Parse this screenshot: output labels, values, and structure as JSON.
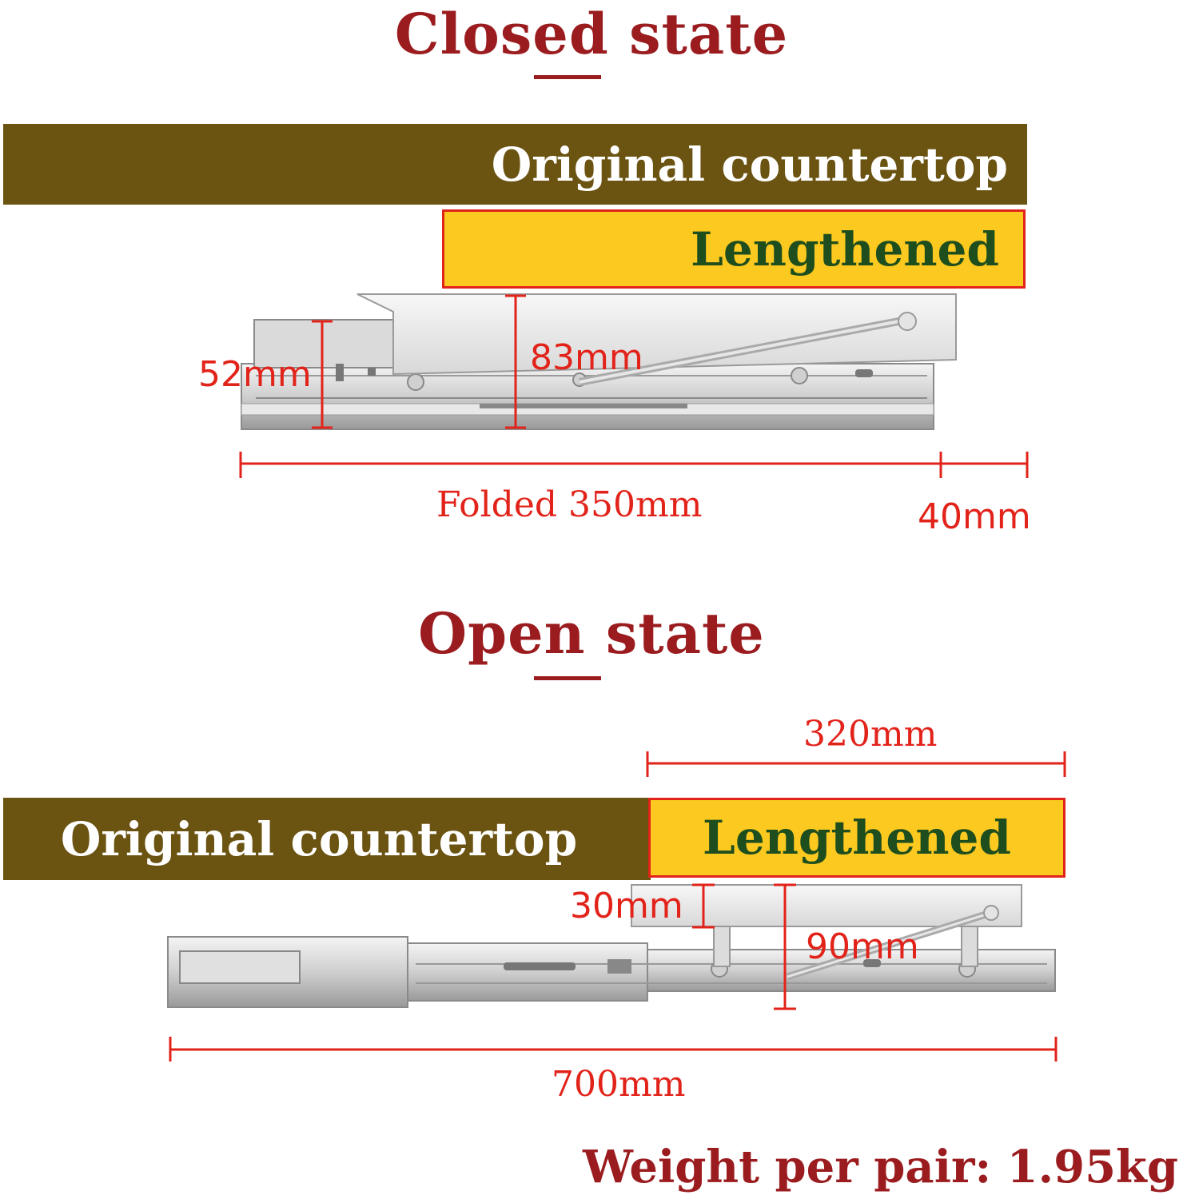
{
  "closed": {
    "title": "Closed state",
    "original_label": "Original countertop",
    "lengthened_label": "Lengthened",
    "dim_height_rail": "52mm",
    "dim_height_bracket": "83mm",
    "dim_folded": "Folded 350mm",
    "dim_extra": "40mm"
  },
  "open": {
    "title": "Open state",
    "original_label": "Original countertop",
    "lengthened_label": "Lengthened",
    "dim_extension": "320mm",
    "dim_bracket_gap": "30mm",
    "dim_height": "90mm",
    "dim_total": "700mm"
  },
  "footer": {
    "weight": "Weight per pair: 1.95kg"
  },
  "colors": {
    "title": "#9b1c1f",
    "original_bar": "#6b5311",
    "lengthened_bar": "#fbc91f",
    "dimension": "#e2231a",
    "lengthened_text": "#1e4d1e"
  }
}
